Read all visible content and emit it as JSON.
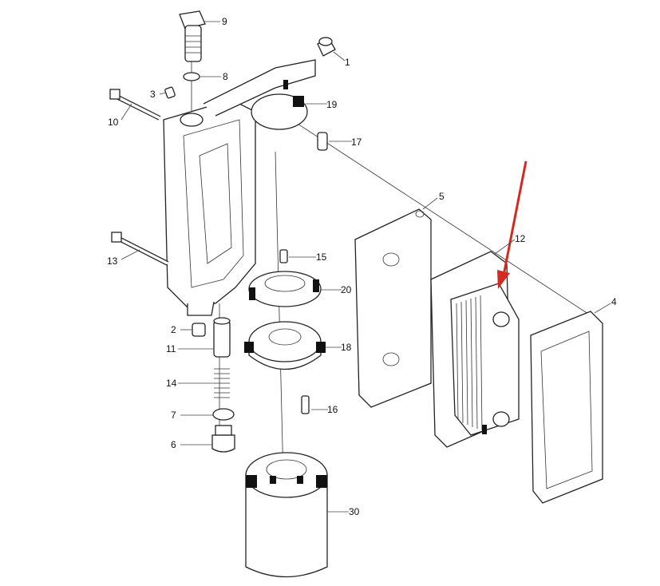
{
  "diagram": {
    "callouts": [
      "9",
      "1",
      "8",
      "3",
      "19",
      "10",
      "17",
      "5",
      "12",
      "4",
      "13",
      "15",
      "20",
      "2",
      "18",
      "11",
      "14",
      "16",
      "7",
      "6",
      "30"
    ],
    "arrow_color": "#d42a1f"
  }
}
